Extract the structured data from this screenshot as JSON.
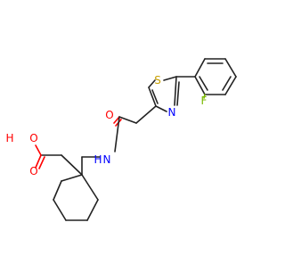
{
  "atoms": {
    "F": "F",
    "S": "S",
    "N_ring": "N",
    "O_amide": "O",
    "N_amide": "N",
    "H_amide": "H",
    "O_acid_OH": "O",
    "H_acid": "H",
    "O_acid": "O"
  },
  "colors": {
    "bond": "#222222",
    "oxygen": "#ff0000",
    "nitrogen": "#0000ff",
    "sulfur": "#c8a000",
    "fluorine": "#7ab800"
  }
}
